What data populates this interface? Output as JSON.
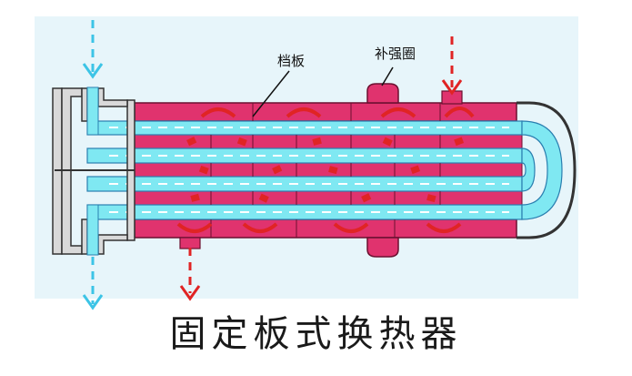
{
  "diagram": {
    "title": "固定板式换热器",
    "labels": {
      "baffle": "档板",
      "reinforcing_ring": "补强圈"
    }
  },
  "colors": {
    "background_panel": "#e7f5fa",
    "shell_fill": "#e0336e",
    "shell_stroke": "#6b1030",
    "tube_fluid": "#7fe8f2",
    "tube_stroke": "#2a7fb0",
    "shell_flow": "#e02424",
    "tube_flow": "#3cc4e6",
    "metal": "#d9d9d9",
    "metal_stroke": "#333333"
  },
  "icons": {
    "tube_side_arrow": "arrow-down-dashed-cyan",
    "shell_side_arrow": "arrow-down-dashed-red"
  }
}
